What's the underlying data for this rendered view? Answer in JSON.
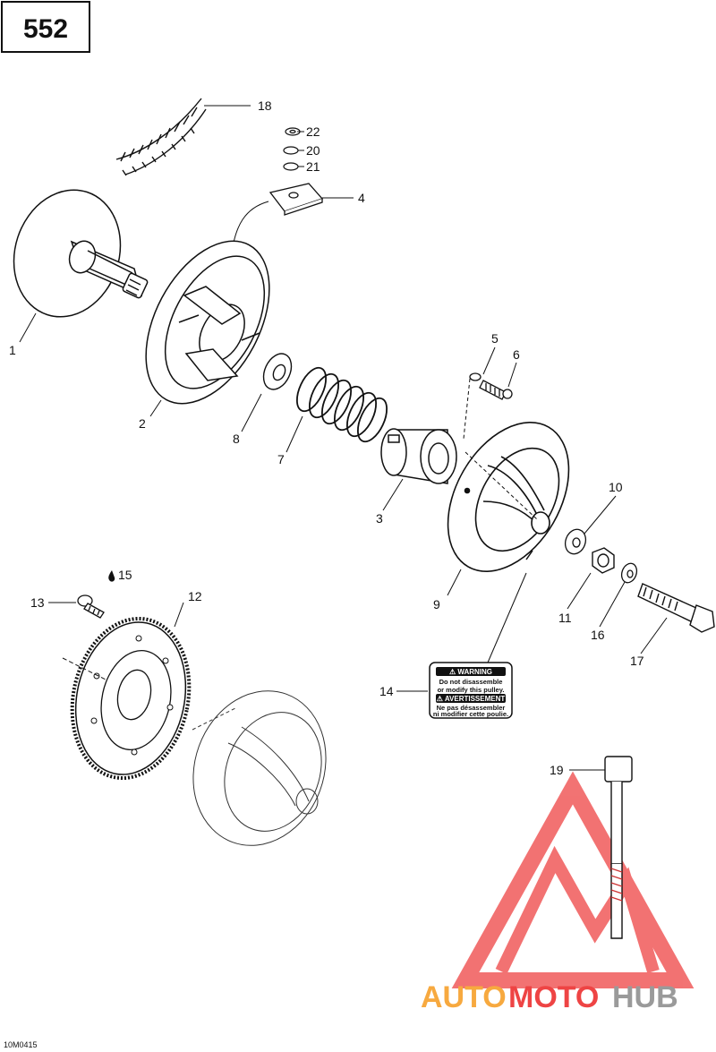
{
  "page_number": "552",
  "drawing_code": "10M0415",
  "callouts": [
    {
      "id": "c1",
      "text": "1"
    },
    {
      "id": "c2",
      "text": "2"
    },
    {
      "id": "c3",
      "text": "3"
    },
    {
      "id": "c4",
      "text": "4"
    },
    {
      "id": "c5",
      "text": "5"
    },
    {
      "id": "c6",
      "text": "6"
    },
    {
      "id": "c7",
      "text": "7"
    },
    {
      "id": "c8",
      "text": "8"
    },
    {
      "id": "c9",
      "text": "9"
    },
    {
      "id": "c10",
      "text": "10"
    },
    {
      "id": "c11",
      "text": "11"
    },
    {
      "id": "c12",
      "text": "12"
    },
    {
      "id": "c13",
      "text": "13"
    },
    {
      "id": "c14",
      "text": "14"
    },
    {
      "id": "c15",
      "text": "15"
    },
    {
      "id": "c16",
      "text": "16"
    },
    {
      "id": "c17",
      "text": "17"
    },
    {
      "id": "c18",
      "text": "18"
    },
    {
      "id": "c19",
      "text": "19"
    },
    {
      "id": "c20",
      "text": "20"
    },
    {
      "id": "c21",
      "text": "21"
    },
    {
      "id": "c22",
      "text": "22"
    }
  ],
  "warning_label": {
    "line1": "⚠ WARNING",
    "line2": "Do not disassemble",
    "line3": "or modify this pulley.",
    "line4": "⚠ AVERTISSEMENT",
    "line5": "Ne pas désassembler",
    "line6": "ni modifier cette poulie."
  },
  "watermark": {
    "part1": "AUTO",
    "part2": "MOTO",
    "part3": "HUB",
    "color_orange": "#f7a93f",
    "color_red": "#ee4444",
    "color_gray": "#9a9a9a"
  }
}
